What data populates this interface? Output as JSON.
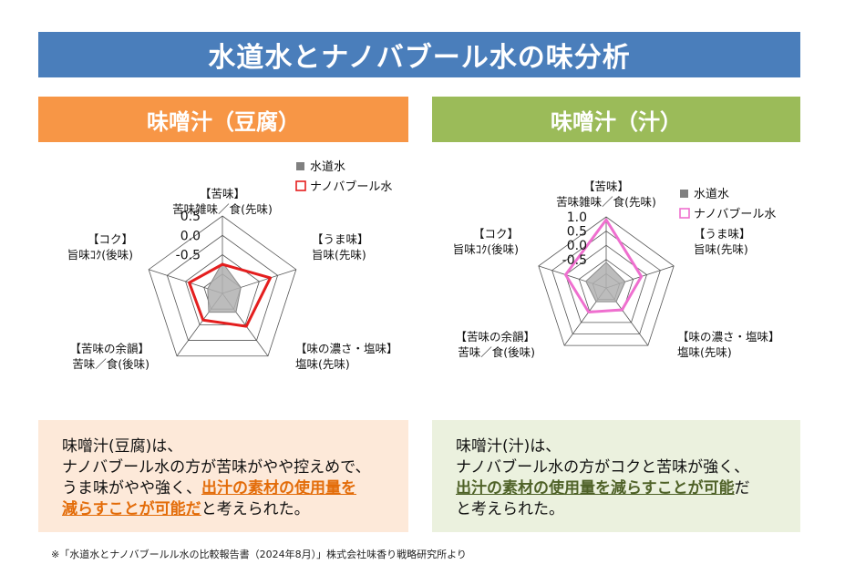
{
  "title": "水道水とナノバブール水の味分析",
  "panels": [
    {
      "header": "味噌汁（豆腐）",
      "note": {
        "line1": "味噌汁(豆腐)は、",
        "line2": "ナノバブール水の方が苦味がやや控えめで、",
        "line3_pre": "うま味がやや強く、",
        "line3_hl": "出汁の素材の使用量を",
        "line4_hl": "減らすことが可能だ",
        "line4_post": "と考えられた。"
      }
    },
    {
      "header": "味噌汁（汁）",
      "note": {
        "line1": "味噌汁(汁)は、",
        "line2": "ナノバブール水の方がコクと苦味が強く、",
        "line3_hl": "出汁の素材の使用量を減らすことが可能",
        "line3_post": "だ",
        "line4": "と考えられた。"
      }
    }
  ],
  "footnote": "※「水道水とナノバブールル水の比較報告書（2024年8月）」株式会社味香り戦略研究所より",
  "chart_data": [
    {
      "type": "radar",
      "axes": [
        {
          "tag": "【苦味】",
          "label": "苦味雑味／食(先味)"
        },
        {
          "tag": "【うま味】",
          "label": "旨味(先味)"
        },
        {
          "tag": "【味の濃さ・塩味】",
          "label": "塩味(先味)"
        },
        {
          "tag": "【苦味の余韻】",
          "label": "苦味／食(後味)"
        },
        {
          "tag": "【コク】",
          "label": "旨味ｺｸ(後味)"
        }
      ],
      "rmin": -1.5,
      "rmax": 0.5,
      "ticks": [
        0.5,
        0.0,
        -0.5
      ],
      "tick_labels": [
        "0.5",
        "0.0",
        "-0.5"
      ],
      "ring_values": [
        0.5,
        0.0,
        -0.5,
        -1.0,
        -1.5
      ],
      "series": [
        {
          "name": "水道水",
          "values": [
            -0.7,
            -1.0,
            -0.9,
            -0.9,
            -1.1
          ],
          "style": "fill",
          "color": "#b0b0b0"
        },
        {
          "name": "ナノバブール水",
          "values": [
            -0.75,
            -0.2,
            -0.45,
            -0.65,
            -0.6
          ],
          "style": "line",
          "color": "#e41e1e"
        }
      ],
      "legend": "top-right"
    },
    {
      "type": "radar",
      "axes": [
        {
          "tag": "【苦味】",
          "label": "苦味雑味／食(先味)"
        },
        {
          "tag": "【うま味】",
          "label": "旨味(先味)"
        },
        {
          "tag": "【味の濃さ・塩味】",
          "label": "塩味(先味)"
        },
        {
          "tag": "【苦味の余韻】",
          "label": "苦味／食(後味)"
        },
        {
          "tag": "【コク】",
          "label": "旨味ｺｸ(後味)"
        }
      ],
      "rmin": -1.5,
      "rmax": 1.0,
      "ticks": [
        1.0,
        0.5,
        0.0,
        -0.5
      ],
      "tick_labels": [
        "1.0",
        "0.5",
        "0.0",
        "-0.5"
      ],
      "ring_values": [
        1.0,
        0.5,
        0.0,
        -0.5,
        -1.0,
        -1.5
      ],
      "series": [
        {
          "name": "水道水",
          "values": [
            -0.6,
            -0.8,
            -0.9,
            -0.9,
            -0.75
          ],
          "style": "fill",
          "color": "#b0b0b0"
        },
        {
          "name": "ナノバブール水",
          "values": [
            0.9,
            -0.2,
            -0.55,
            -0.45,
            0.0
          ],
          "style": "line",
          "color": "#ef6fcf"
        }
      ],
      "legend": "top-right"
    }
  ]
}
